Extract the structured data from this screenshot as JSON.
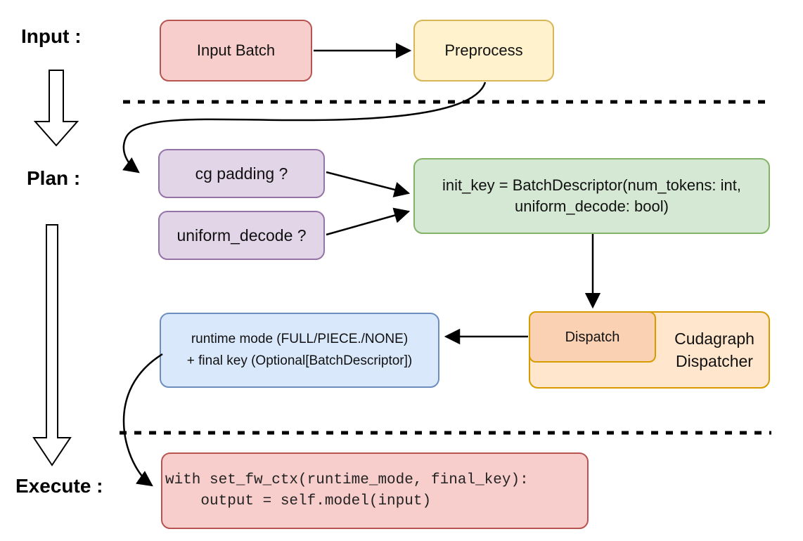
{
  "diagram": {
    "title_semantics": "cudagraph dispatch flow",
    "stages": [
      {
        "label": "Input :"
      },
      {
        "label": "Plan :"
      },
      {
        "label": "Execute :"
      }
    ],
    "nodes": {
      "input_batch": {
        "label": "Input Batch"
      },
      "preprocess": {
        "label": "Preprocess"
      },
      "cg_padding": {
        "label": "cg padding ?"
      },
      "uniform_decode": {
        "label": "uniform_decode ?"
      },
      "init_key": {
        "line1": "init_key = BatchDescriptor(num_tokens: int,",
        "line2": "uniform_decode: bool)"
      },
      "dispatch": {
        "label": "Dispatch"
      },
      "cudagraph_dispatcher": {
        "line1": "Cudagraph",
        "line2": "Dispatcher"
      },
      "runtime_mode": {
        "line1": "runtime mode (FULL/PIECE./NONE)",
        "line2": "+ final key (Optional[BatchDescriptor])"
      },
      "execute_code": {
        "line1": "with set_fw_ctx(runtime_mode, final_key):",
        "line2": "    output = self.model(input)"
      }
    },
    "colors": {
      "red_fill": "#F8CECC",
      "red_stroke": "#B85450",
      "yellow_fill": "#FFF2CC",
      "yellow_stroke": "#D6B656",
      "purple_fill": "#E1D5E7",
      "purple_stroke": "#9673A6",
      "green_fill": "#D5E8D4",
      "green_stroke": "#82B366",
      "orange_fill": "#FFE6CC",
      "orange_inner_fill": "#FAD2B3",
      "orange_stroke": "#D79B00",
      "blue_fill": "#DAE8FC",
      "blue_stroke": "#6C8EBF",
      "connector": "#000000"
    }
  }
}
